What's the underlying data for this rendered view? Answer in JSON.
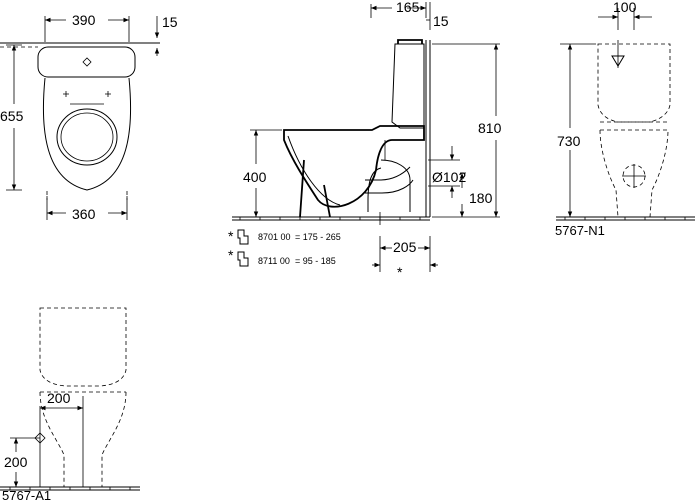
{
  "dimensions": {
    "top_width": "390",
    "top_offset": "15",
    "depth": "655",
    "bottom_width": "360",
    "tank_depth": "165",
    "tank_offset": "15",
    "total_height": "810",
    "seat_height": "400",
    "pipe_diameter": "Ø102",
    "outlet_height": "180",
    "outlet_offset": "205",
    "front_width": "100",
    "front_height": "730",
    "rear_offset": "200",
    "rear_height": "200"
  },
  "notes": {
    "marker": "*",
    "row1_code": "8701 00",
    "row1_range": "=  175 -  265",
    "row2_code": "8711 00",
    "row2_range": "=   95 -  185"
  },
  "labels": {
    "front_model": "5767-N1",
    "rear_model": "5767-A1"
  }
}
